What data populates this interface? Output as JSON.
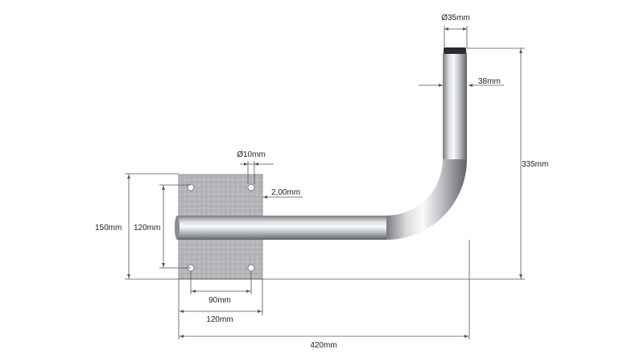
{
  "dimensions": {
    "pipe_diameter": "Ø35mm",
    "bend_offset": "38mm",
    "total_height": "335mm",
    "hole_diameter": "Ø10mm",
    "plate_thickness": "2,00mm",
    "plate_height": "150mm",
    "hole_spacing_vertical": "120mm",
    "hole_spacing_horizontal": "90mm",
    "plate_width": "120mm",
    "total_length": "420mm"
  },
  "colors": {
    "dimension_line": "#555555",
    "text": "#222222",
    "plate": "#b3b5b8",
    "pipe_light": "#f2f3f4",
    "pipe_dark": "#6e7176"
  }
}
